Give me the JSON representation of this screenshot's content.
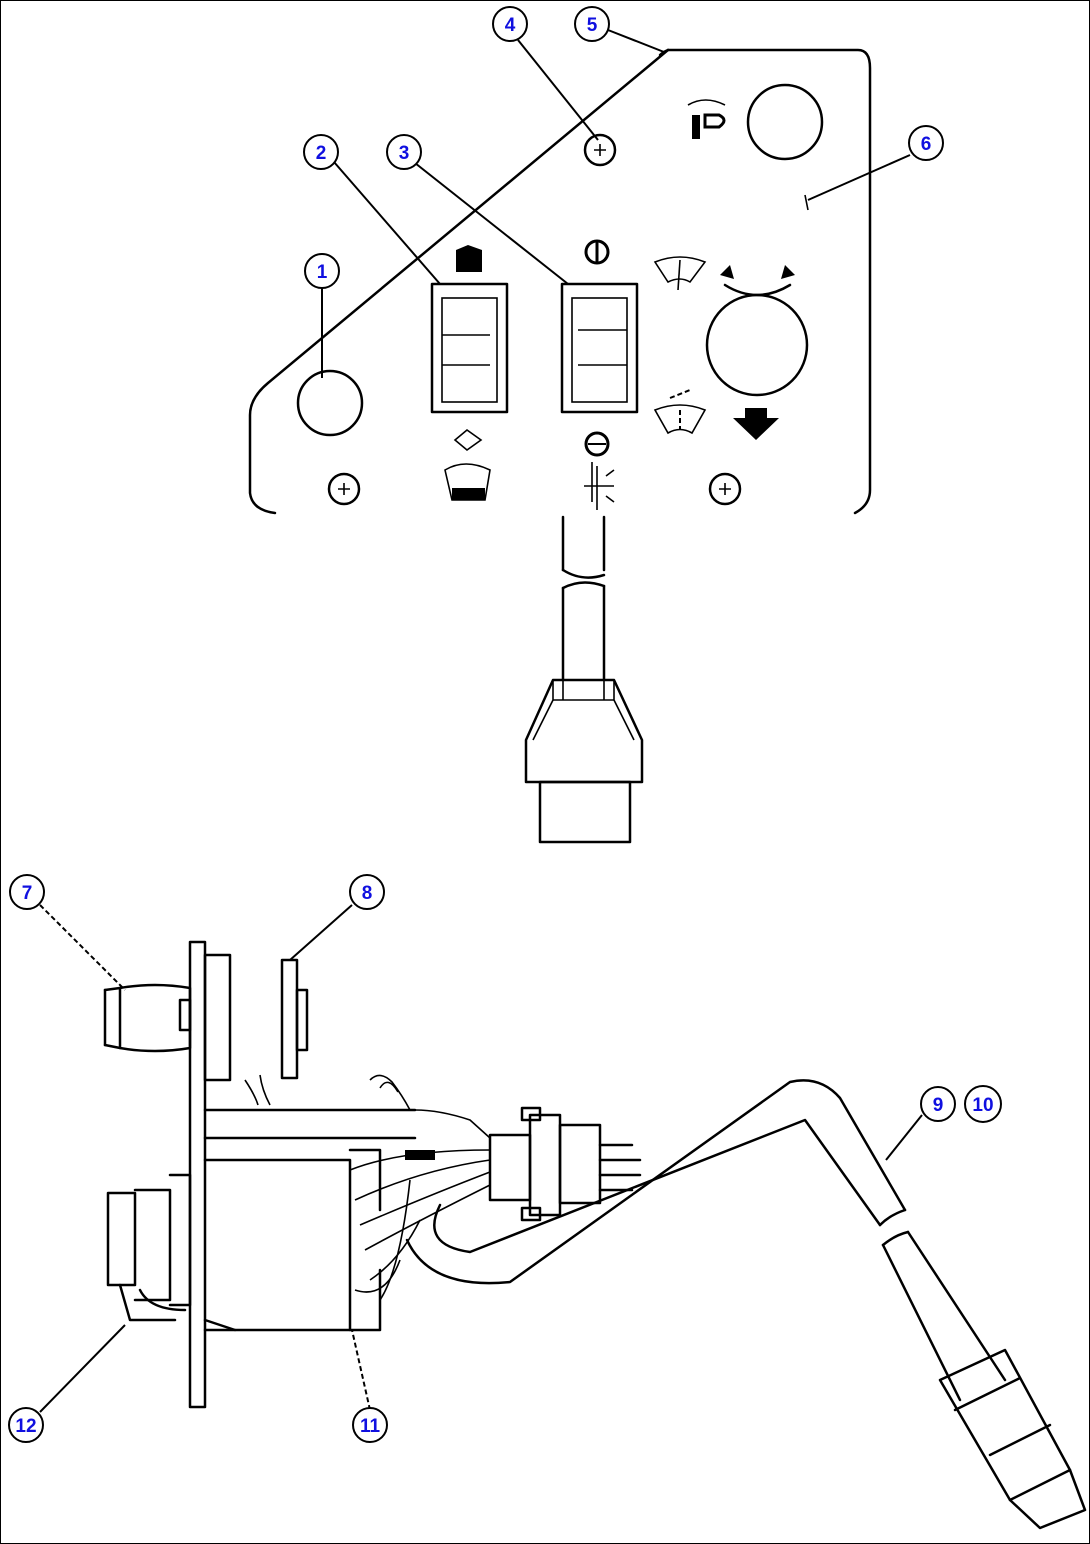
{
  "callouts": [
    {
      "id": "callout-1",
      "label": "1"
    },
    {
      "id": "callout-2",
      "label": "2"
    },
    {
      "id": "callout-3",
      "label": "3"
    },
    {
      "id": "callout-4",
      "label": "4"
    },
    {
      "id": "callout-5",
      "label": "5"
    },
    {
      "id": "callout-6",
      "label": "6"
    },
    {
      "id": "callout-7",
      "label": "7"
    },
    {
      "id": "callout-8",
      "label": "8"
    },
    {
      "id": "callout-9",
      "label": "9"
    },
    {
      "id": "callout-10",
      "label": "10"
    },
    {
      "id": "callout-11",
      "label": "11"
    },
    {
      "id": "callout-12",
      "label": "12"
    }
  ],
  "icons": [
    "horn-icon",
    "work-light-icon",
    "wiper-icon",
    "washer-icon",
    "rotate-icon",
    "down-arrow-icon",
    "heater-icon",
    "light-icon",
    "lever-icon"
  ],
  "colors": {
    "callout_text": "#1010e0",
    "line": "#000000",
    "background": "#ffffff"
  }
}
